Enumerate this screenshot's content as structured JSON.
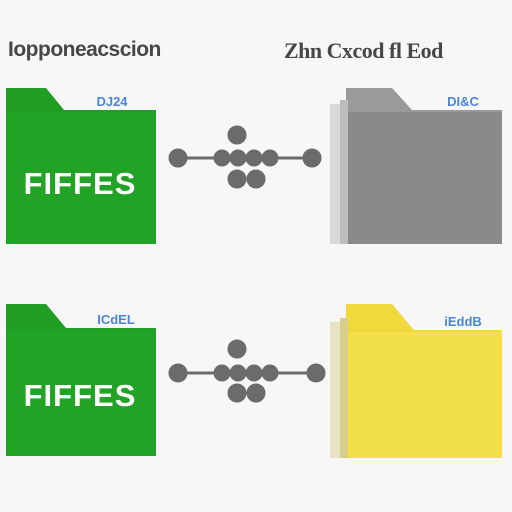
{
  "headings": {
    "left": "Iopponeacscion",
    "right": "Zhn Cxcod fl Eod"
  },
  "colors": {
    "green_folder": "#1f9e23",
    "gray_folder": "#8a8a8a",
    "yellow_folder": "#f3df48",
    "connector": "#6b6b6b",
    "tab_text": "#4a86d8",
    "background": "#f7f7f7"
  },
  "rows": [
    {
      "source_folder": {
        "label": "FIFFES",
        "tab_text": "DJ24",
        "color": "green"
      },
      "connector": "dot-cluster-connector",
      "target_folder": {
        "tab_text": "DI&C",
        "color": "gray"
      }
    },
    {
      "source_folder": {
        "label": "FIFFES",
        "tab_text": "ICdEL",
        "color": "green"
      },
      "connector": "dot-cluster-connector",
      "target_folder": {
        "tab_text": "iEddB",
        "color": "yellow"
      }
    }
  ]
}
